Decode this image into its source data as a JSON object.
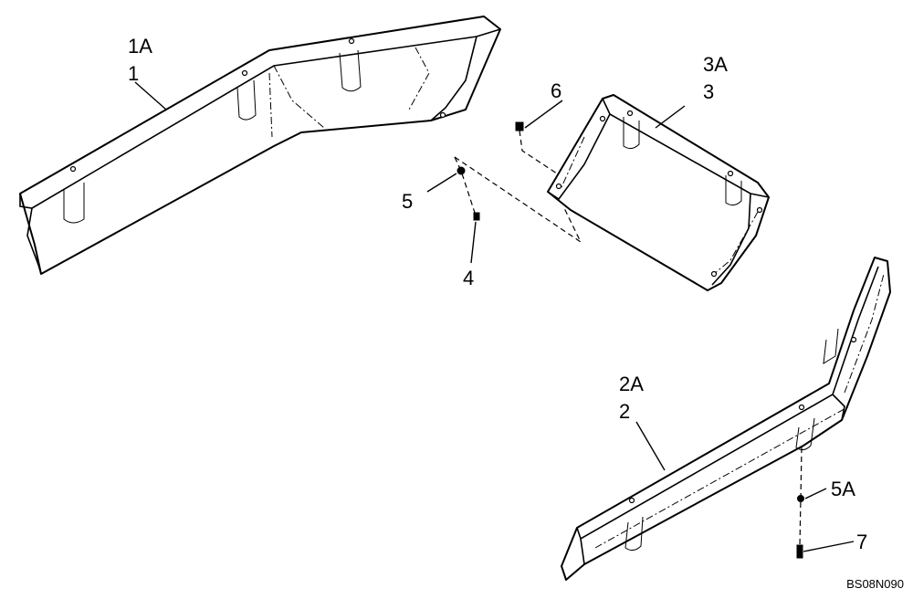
{
  "diagram": {
    "reference_code": "BS08N090",
    "callouts": {
      "c1A": "1A",
      "c1": "1",
      "c2A": "2A",
      "c2": "2",
      "c3A": "3A",
      "c3": "3",
      "c4": "4",
      "c5": "5",
      "c5A": "5A",
      "c6": "6",
      "c7": "7"
    }
  }
}
